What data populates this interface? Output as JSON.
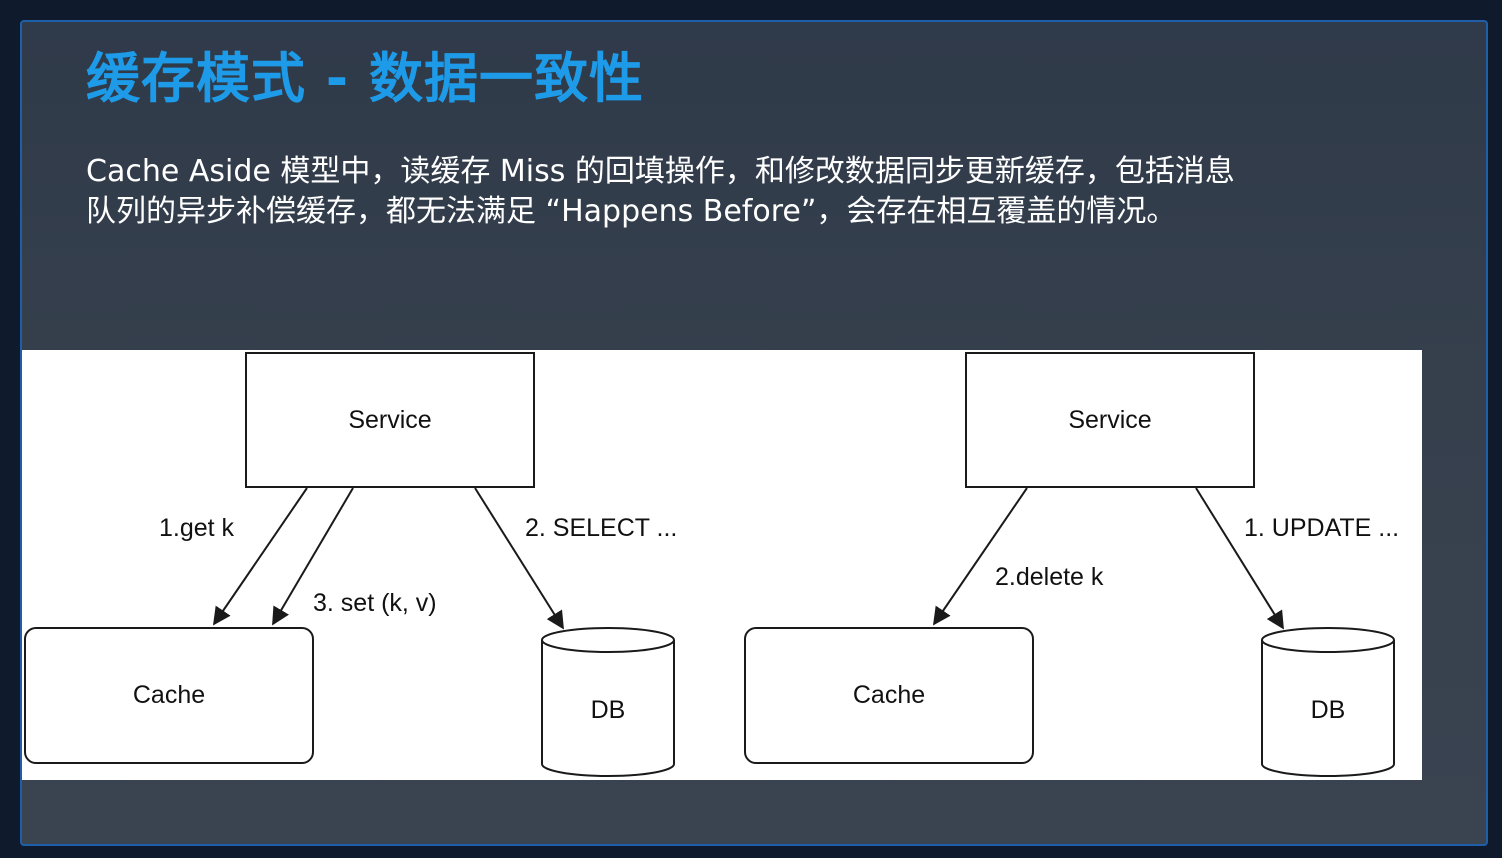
{
  "slide": {
    "title": "缓存模式 - 数据一致性",
    "description_line1": "Cache Aside 模型中，读缓存 Miss 的回填操作，和修改数据同步更新缓存，包括消息",
    "description_line2": "队列的异步补偿缓存，都无法满足 “Happens Before”，会存在相互覆盖的情况。"
  },
  "diagram": {
    "left": {
      "service": "Service",
      "cache": "Cache",
      "db": "DB",
      "edge_get": "1.get k",
      "edge_set": "3. set (k, v)",
      "edge_select": "2. SELECT ..."
    },
    "right": {
      "service": "Service",
      "cache": "Cache",
      "db": "DB",
      "edge_delete": "2.delete k",
      "edge_update": "1. UPDATE ..."
    }
  },
  "colors": {
    "title": "#1e9be8",
    "background": "#36404d",
    "frame_border": "#1f5fa8",
    "diagram_bg": "#ffffff",
    "stroke": "#1a1a1a"
  }
}
